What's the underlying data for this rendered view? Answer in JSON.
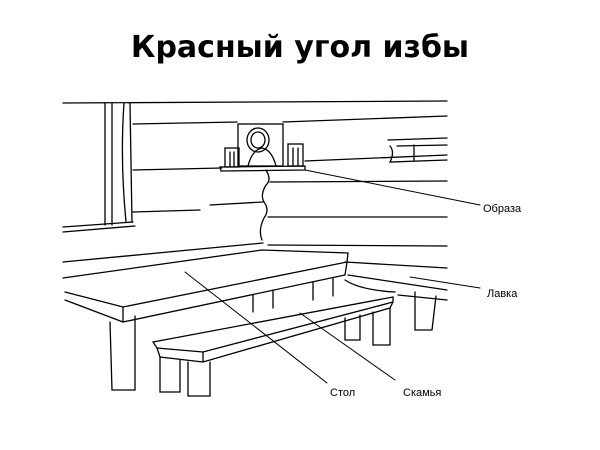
{
  "title": "Красный угол избы",
  "labels": {
    "icons": "Образа",
    "wall_bench": "Лавка",
    "table": "Стол",
    "bench": "Скамья"
  }
}
